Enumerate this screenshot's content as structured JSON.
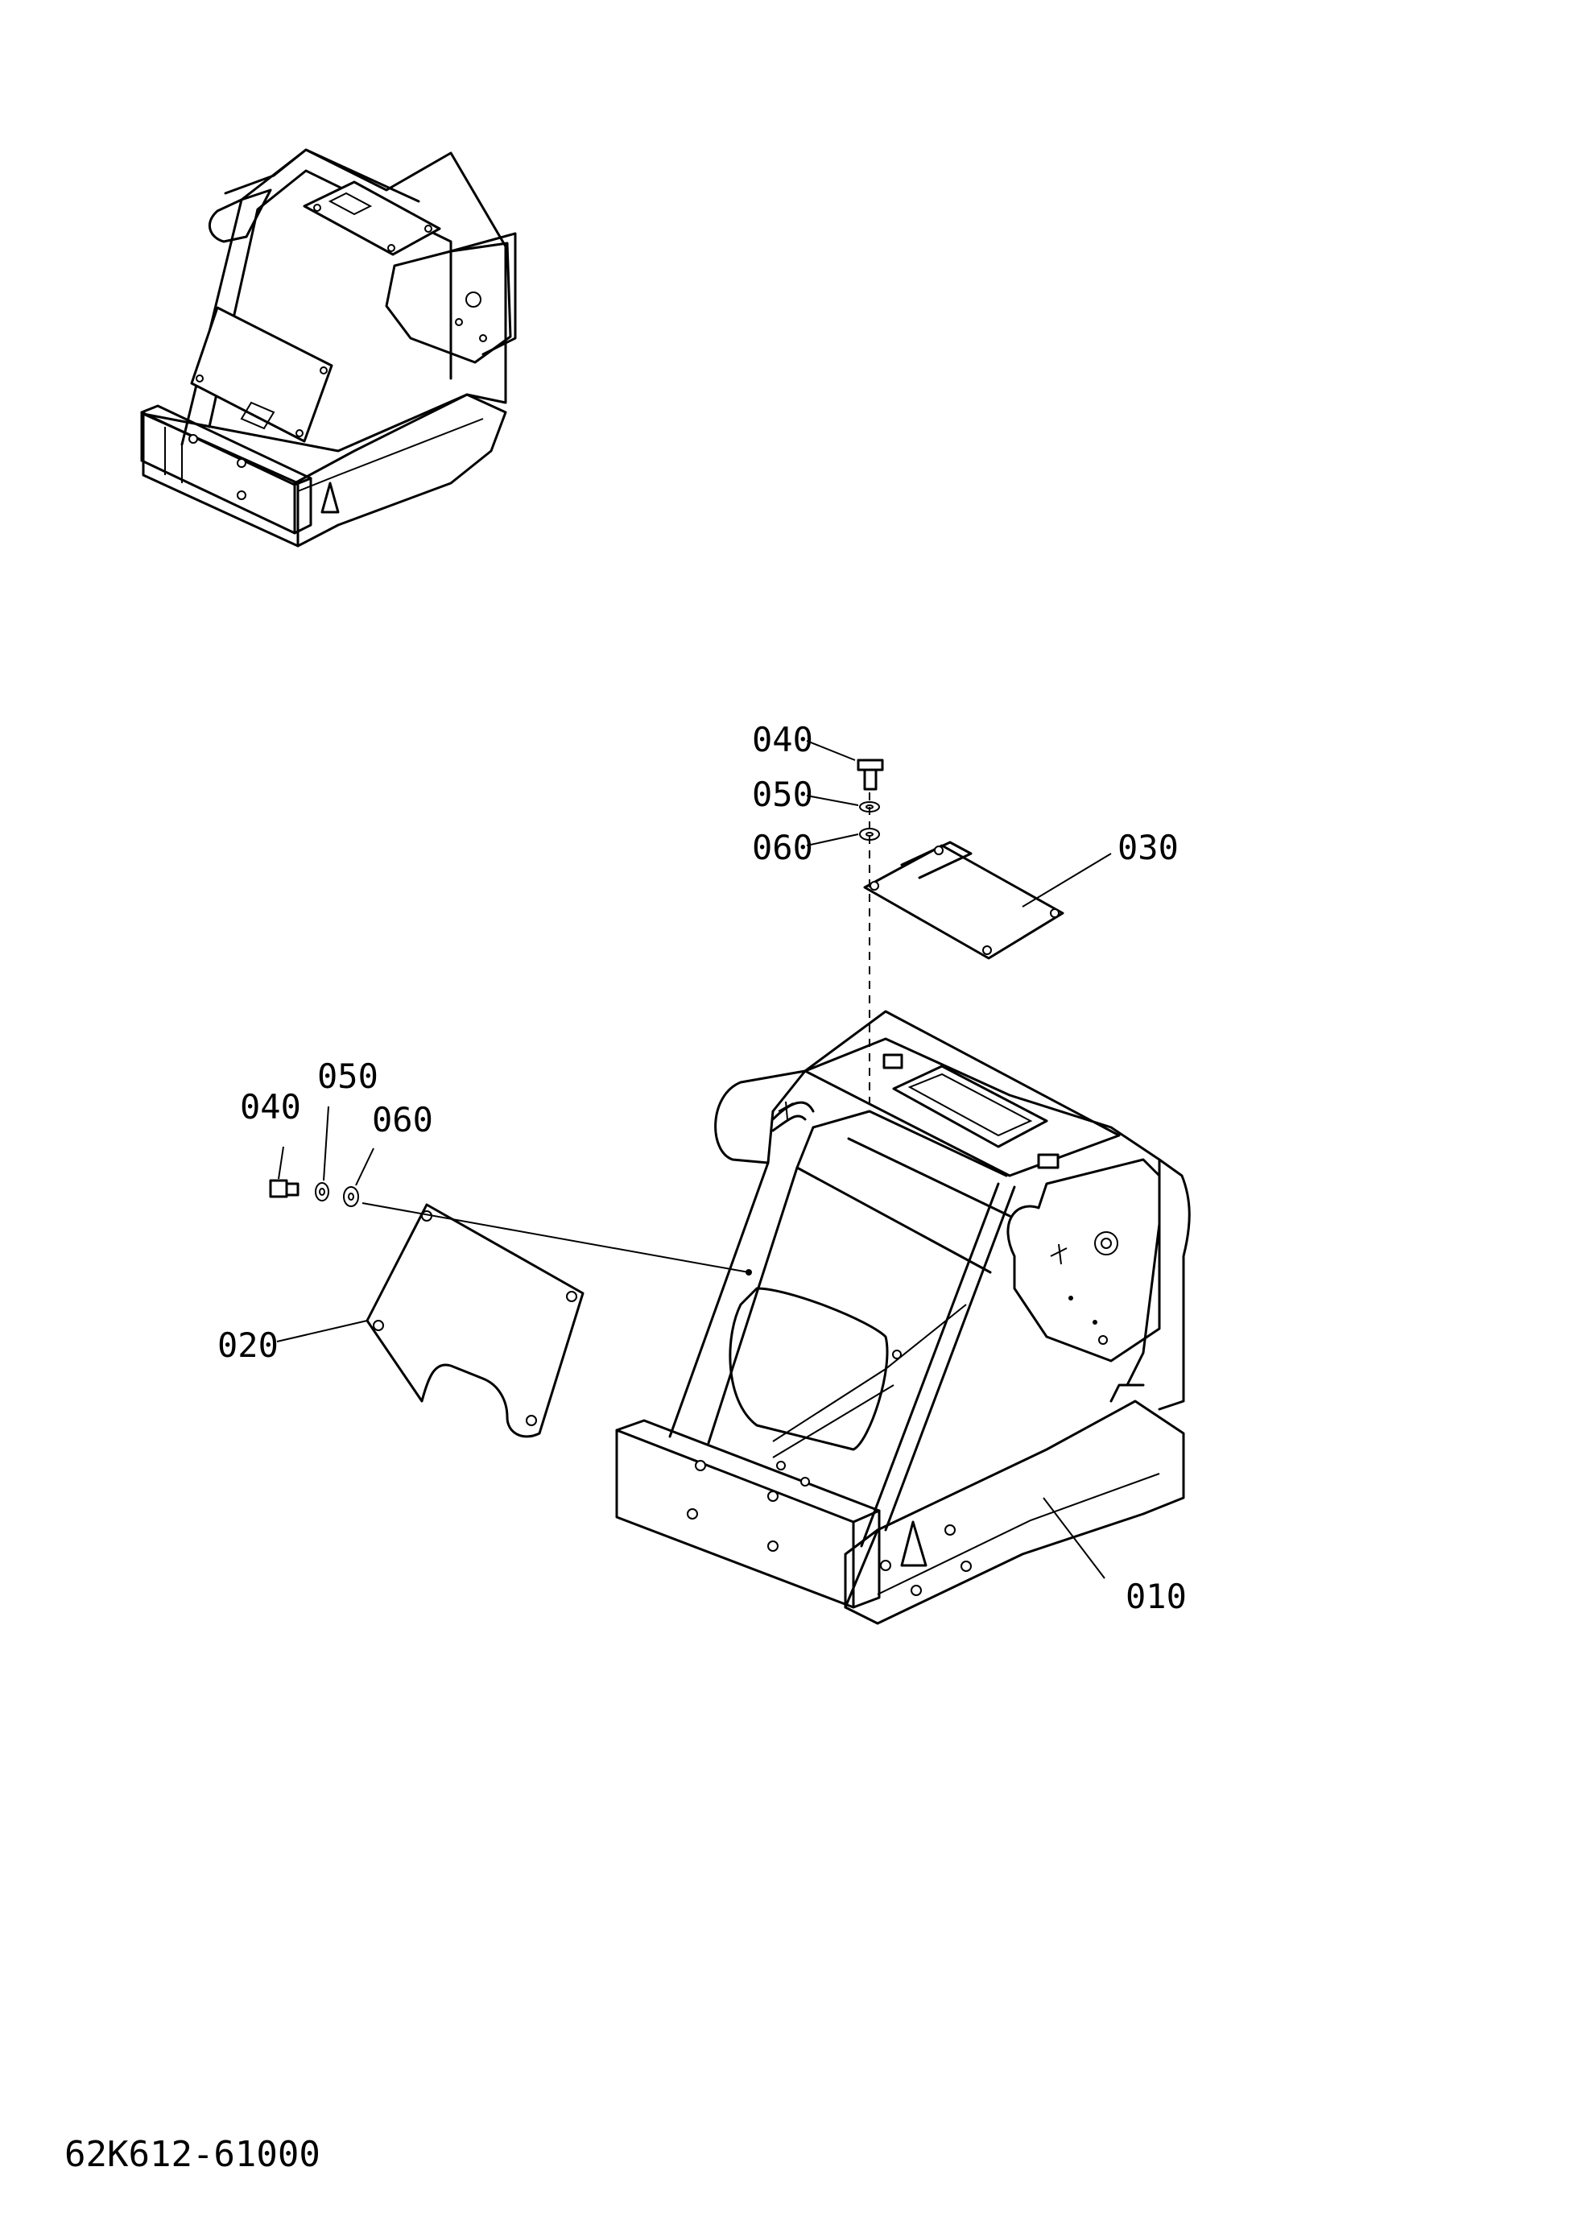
{
  "drawing_number": "62K612-61000",
  "callouts": {
    "top_bolt": "040",
    "top_washer1": "050",
    "top_washer2": "060",
    "top_cover": "030",
    "side_bolt": "040",
    "side_washer1": "050",
    "side_washer2": "060",
    "side_cover": "020",
    "frame": "010"
  }
}
